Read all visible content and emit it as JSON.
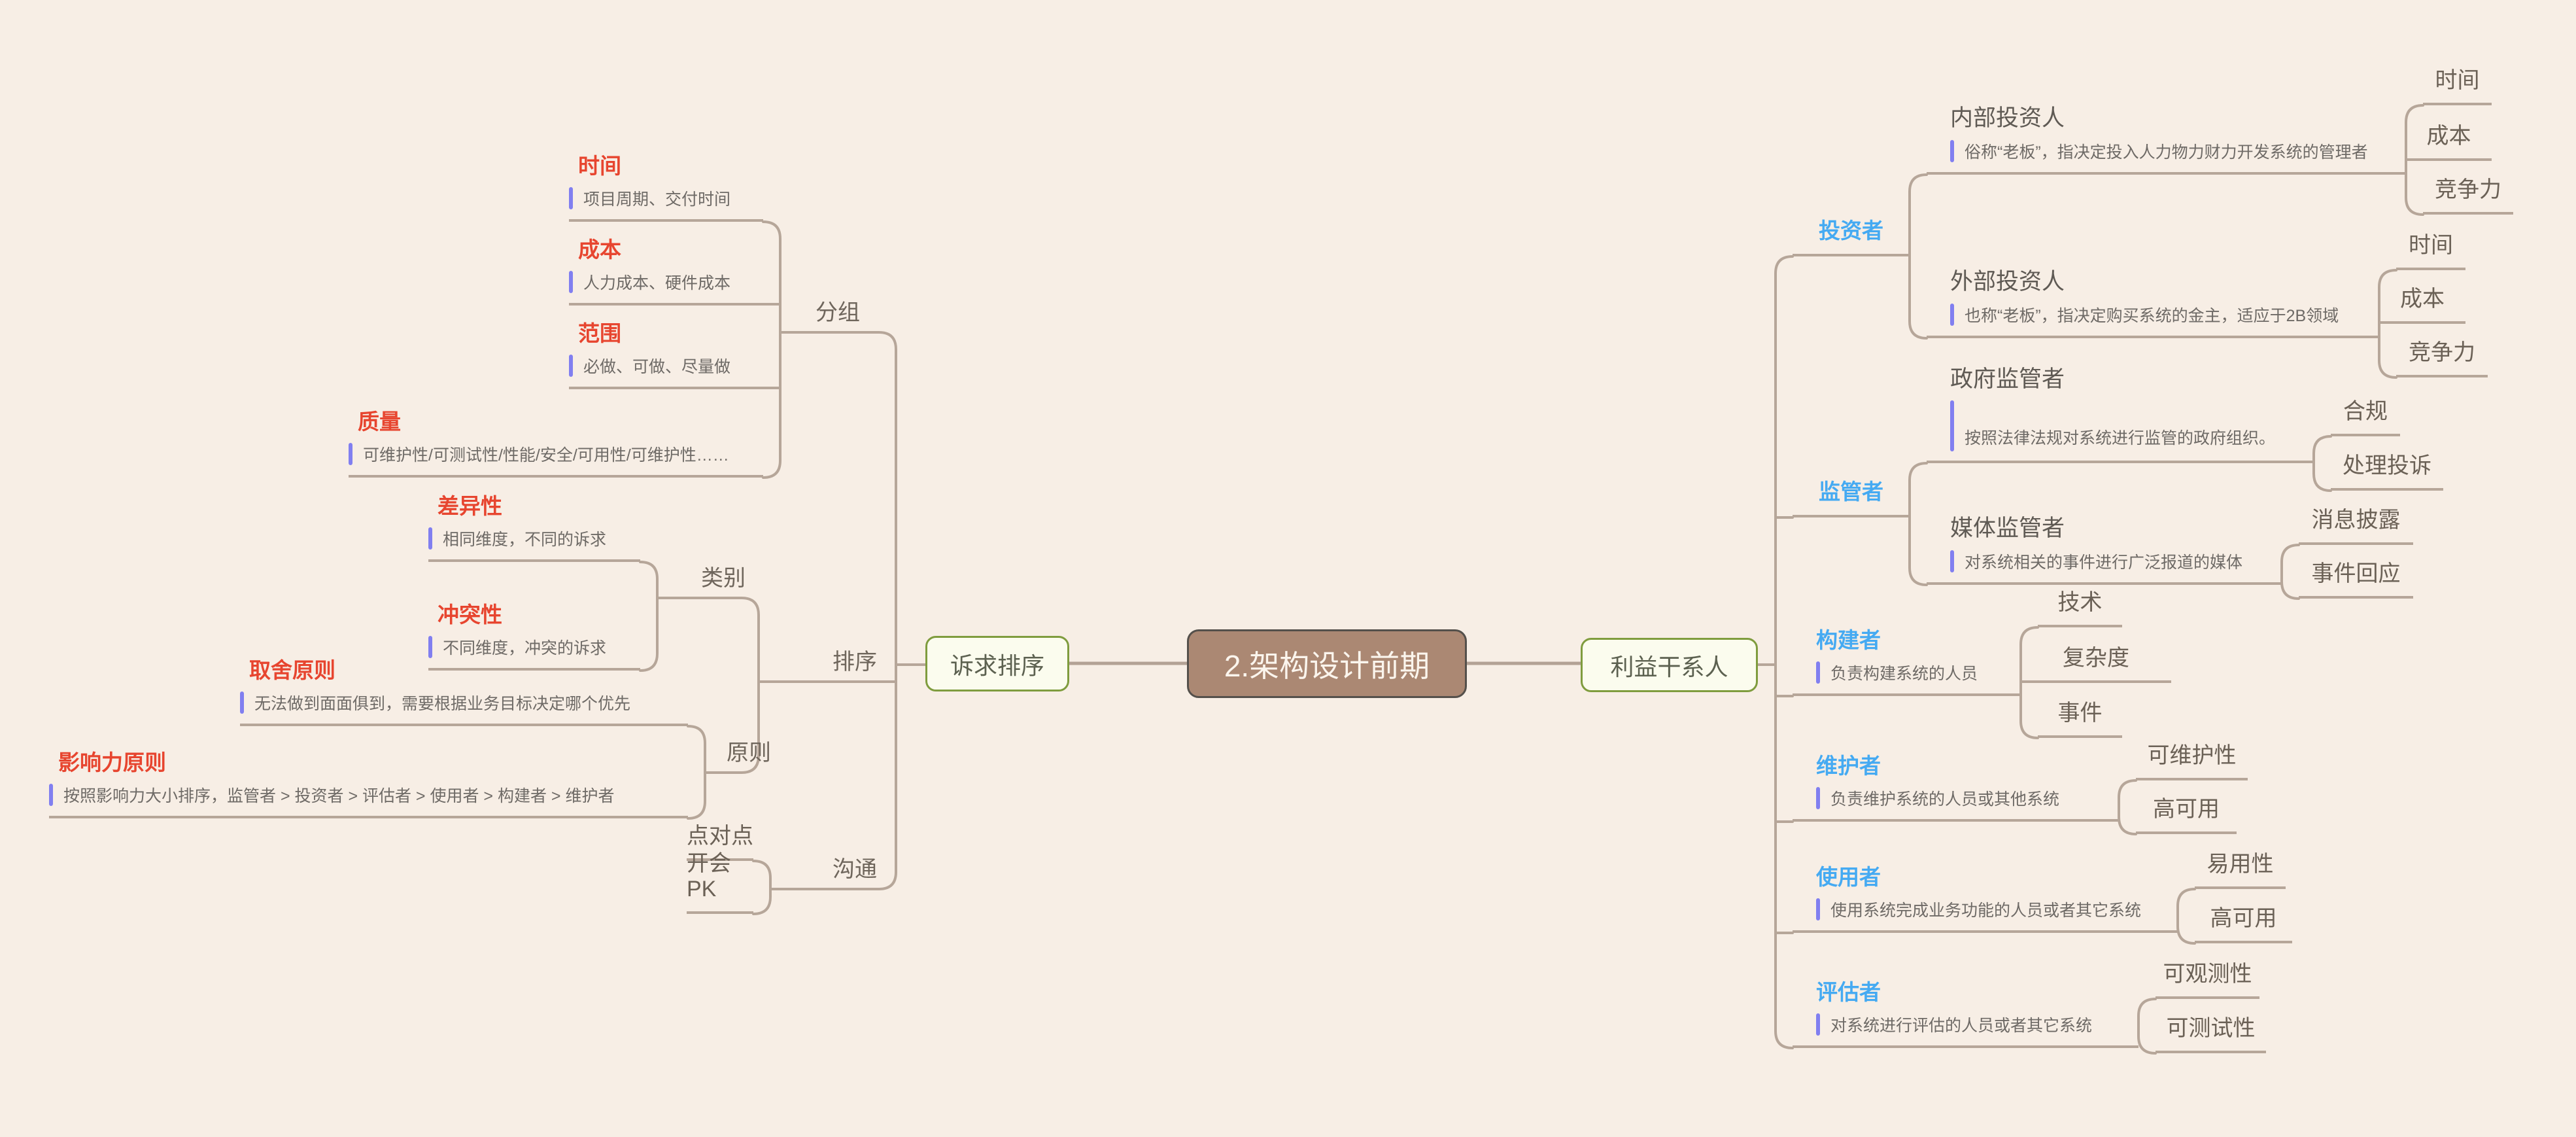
{
  "root": {
    "title": "2.架构设计前期"
  },
  "colors": {
    "background": "#f7eee5",
    "branch_line": "#b6a699",
    "red_label": "#e7452f",
    "blue_label": "#45aaf2",
    "note_marker": "#817ff0",
    "note_text": "#6e6a66",
    "root_bg": "#ab8873",
    "root_text": "#fbf5ed",
    "main_node_bg": "#fbfcee",
    "main_node_border": "#7f9c3e"
  },
  "left": {
    "node_label": "诉求排序",
    "fenzu": {
      "label": "分组",
      "items": [
        {
          "label": "时间",
          "note": "项目周期、交付时间"
        },
        {
          "label": "成本",
          "note": "人力成本、硬件成本"
        },
        {
          "label": "范围",
          "note": "必做、可做、尽量做"
        },
        {
          "label": "质量",
          "note": "可维护性/可测试性/性能/安全/可用性/可维护性……"
        }
      ]
    },
    "paixu": {
      "label": "排序",
      "leibie": {
        "label": "类别",
        "items": [
          {
            "label": "差异性",
            "note": "相同维度，不同的诉求"
          },
          {
            "label": "冲突性",
            "note": "不同维度，冲突的诉求"
          }
        ]
      },
      "yuanze": {
        "label": "原则",
        "items": [
          {
            "label": "取舍原则",
            "note": "无法做到面面俱到，需要根据业务目标决定哪个优先"
          },
          {
            "label": "影响力原则",
            "note": "按照影响力大小排序，监管者 > 投资者 > 评估者 > 使用者 > 构建者 > 维护者"
          }
        ]
      }
    },
    "goutong": {
      "label": "沟通",
      "items": [
        {
          "label": "点对点"
        },
        {
          "label": "开会PK"
        }
      ]
    }
  },
  "right": {
    "node_label": "利益干系人",
    "branches": [
      {
        "label": "投资者",
        "topics": [
          {
            "label": "内部投资人",
            "note": "俗称“老板”，指决定投入人力物力财力开发系统的管理者",
            "leaves": [
              "时间",
              "成本",
              "竞争力"
            ]
          },
          {
            "label": "外部投资人",
            "note": "也称“老板”，指决定购买系统的金主，适应于2B领域",
            "leaves": [
              "时间",
              "成本",
              "竞争力"
            ]
          }
        ]
      },
      {
        "label": "监管者",
        "topics": [
          {
            "label": "政府监管者",
            "note": "按照法律法规对系统进行监管的政府组织。",
            "leaves": [
              "合规",
              "处理投诉"
            ]
          },
          {
            "label": "媒体监管者",
            "note": "对系统相关的事件进行广泛报道的媒体",
            "leaves": [
              "消息披露",
              "事件回应"
            ]
          }
        ]
      },
      {
        "label": "构建者",
        "note": "负责构建系统的人员",
        "leaves": [
          "技术",
          "复杂度",
          "事件"
        ]
      },
      {
        "label": "维护者",
        "note": "负责维护系统的人员或其他系统",
        "leaves": [
          "可维护性",
          "高可用"
        ]
      },
      {
        "label": "使用者",
        "note": "使用系统完成业务功能的人员或者其它系统",
        "leaves": [
          "易用性",
          "高可用"
        ]
      },
      {
        "label": "评估者",
        "note": "对系统进行评估的人员或者其它系统",
        "leaves": [
          "可观测性",
          "可测试性"
        ]
      }
    ]
  }
}
